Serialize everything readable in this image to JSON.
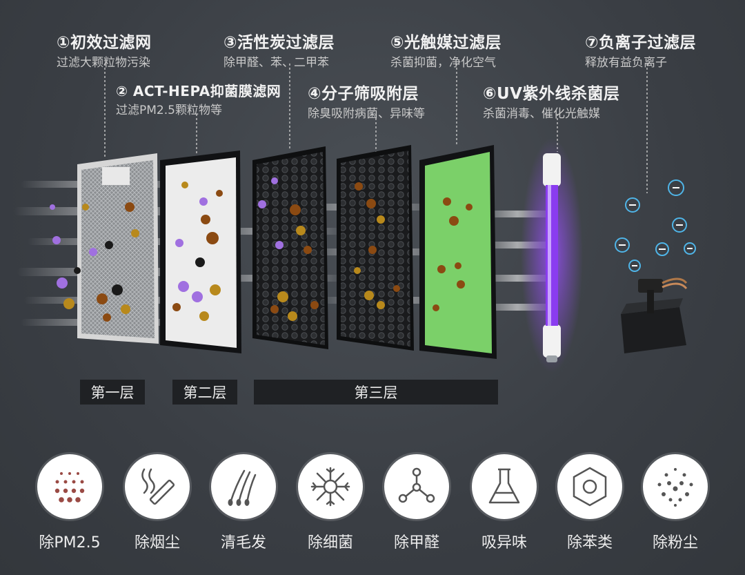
{
  "layers": [
    {
      "title": "①初效过滤网",
      "desc": "过滤大颗粒物污染"
    },
    {
      "title": "② ACT-HEPA抑菌膜滤网",
      "desc": "过滤PM2.5颗粒物等"
    },
    {
      "title": "③活性炭过滤层",
      "desc": "除甲醛、苯、二甲苯"
    },
    {
      "title": "④分子筛吸附层",
      "desc": "除臭吸附病菌、异味等"
    },
    {
      "title": "⑤光触媒过滤层",
      "desc": "杀菌抑菌，净化空气"
    },
    {
      "title": "⑥UV紫外线杀菌层",
      "desc": "杀菌消毒、催化光触媒"
    },
    {
      "title": "⑦负离子过滤层",
      "desc": "释放有益负离子"
    }
  ],
  "stages": [
    "第一层",
    "第二层",
    "第三层"
  ],
  "features": [
    {
      "label": "除PM2.5",
      "icon": "dots-grid-icon"
    },
    {
      "label": "除烟尘",
      "icon": "cigarette-smoke-icon"
    },
    {
      "label": "清毛发",
      "icon": "hair-icon"
    },
    {
      "label": "除细菌",
      "icon": "bacteria-icon"
    },
    {
      "label": "除甲醛",
      "icon": "molecule-icon"
    },
    {
      "label": "吸异味",
      "icon": "flask-icon"
    },
    {
      "label": "除苯类",
      "icon": "benzene-hexagon-icon"
    },
    {
      "label": "除粉尘",
      "icon": "dust-dots-icon"
    }
  ],
  "colors": {
    "background": "#3a3e44",
    "stage_tag": "#1f2124",
    "photocatalyst": "#7bd069",
    "uv": "#8a3cf0",
    "particle_brown": "#8b4a12",
    "particle_purple": "#a070e0",
    "particle_gold": "#b8891c"
  }
}
